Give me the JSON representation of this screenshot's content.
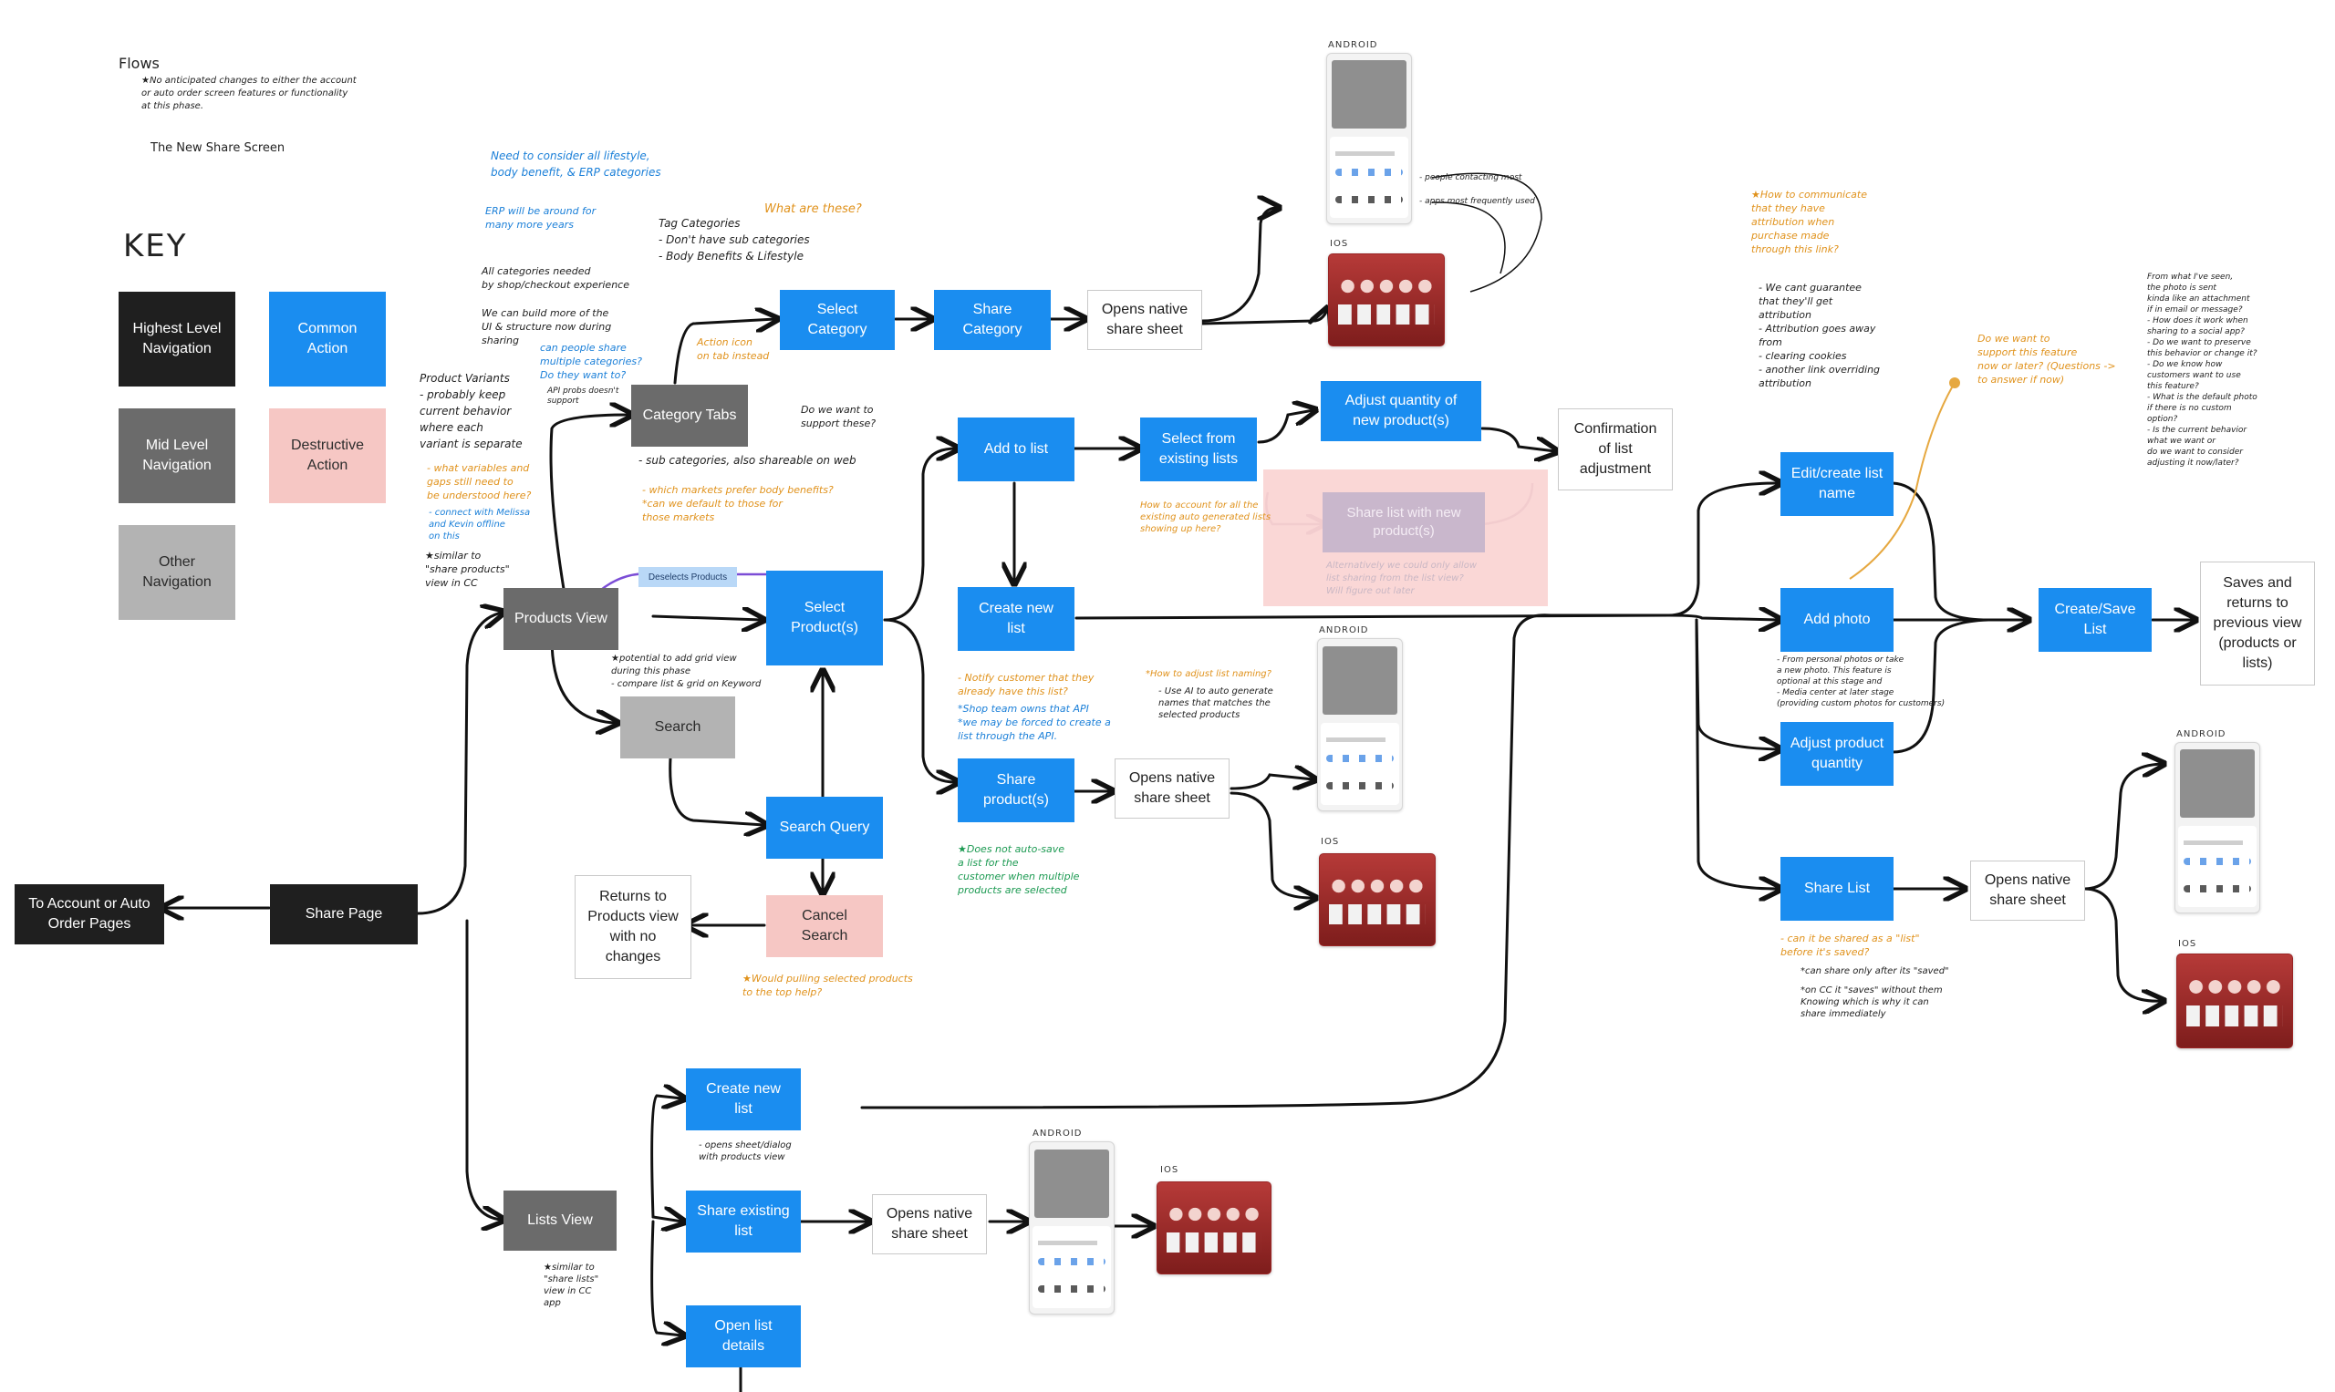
{
  "header": {
    "flows_title": "Flows",
    "flows_note": "★No anticipated changes to either the account\nor auto order screen features or functionality\nat this phase.",
    "subtitle": "The New Share Screen",
    "key_title": "KEY"
  },
  "key": {
    "highest": "Highest Level\nNavigation",
    "common": "Common\nAction",
    "mid": "Mid Level\nNavigation",
    "destructive": "Destructive\nAction",
    "other": "Other\nNavigation"
  },
  "nodes": {
    "to_account": "To Account or Auto\nOrder Pages",
    "share_page": "Share Page",
    "products_view": "Products View",
    "category_tabs": "Category Tabs",
    "search": "Search",
    "select_products": "Select\nProduct(s)",
    "search_query": "Search Query",
    "cancel_search": "Cancel\nSearch",
    "returns_products": "Returns to\nProducts view\nwith no\nchanges",
    "select_category": "Select\nCategory",
    "share_category": "Share\nCategory",
    "opens_native_1": "Opens native\nshare sheet",
    "add_to_list": "Add to list",
    "select_existing": "Select from\nexisting lists",
    "adjust_quantity": "Adjust quantity of\nnew product(s)",
    "confirmation": "Confirmation\nof list\nadjustment",
    "share_list_ghost": "Share list with new\nproduct(s)",
    "create_new_list_1": "Create new\nlist",
    "share_products": "Share\nproduct(s)",
    "opens_native_2": "Opens native\nshare sheet",
    "deselects": "Deselects Products",
    "edit_create_list": "Edit/create list\nname",
    "add_photo": "Add photo",
    "adjust_product_qty": "Adjust product\nquantity",
    "create_save_list": "Create/Save\nList",
    "saves_returns": "Saves and\nreturns to\nprevious view\n(products or\nlists)",
    "share_list": "Share List",
    "opens_native_3": "Opens native\nshare sheet",
    "lists_view": "Lists View",
    "create_new_list_2": "Create new\nlist",
    "share_existing": "Share existing\nlist",
    "opens_native_4": "Opens native\nshare sheet",
    "open_list_details": "Open list\ndetails"
  },
  "device_labels": {
    "android": "ANDROID",
    "ios": "IOS"
  },
  "notes": {
    "lifestyle": "Need to consider all lifestyle,\nbody benefit, & ERP categories",
    "erp": "ERP will be around for\nmany more years",
    "all_categories": "All categories needed\nby shop/checkout experience",
    "build_more": "We can build more of the\nUI & structure now during\nsharing",
    "can_people": "can people share\nmultiple categories?\nDo they want to?",
    "api_probs": "API probs doesn't\nsupport",
    "product_variants": "Product Variants\n- probably keep\ncurrent behavior\nwhere each\nvariant is separate",
    "what_variables": "- what variables and\ngaps still need to\nbe understood here?",
    "connect_melissa": "- connect with Melissa\nand Kevin offline\non this",
    "similar_share_products": "★similar to\n\"share products\"\nview in CC",
    "tag_categories": "Tag Categories\n- Don't have sub categories\n- Body Benefits & Lifestyle",
    "what_are_these": "What are these?",
    "action_icon": "Action icon\non tab instead",
    "do_we_want": "Do we want to\nsupport these?",
    "sub_categories": "- sub categories, also shareable on web",
    "which_markets": "- which markets prefer body benefits?\n*can we default to those for\nthose markets",
    "people_contacting": "- people contacting most",
    "apps_used": "- apps most frequently used",
    "how_account": "How to account for all the\nexisting auto generated lists\nshowing up here?",
    "alternatively": "Alternatively we could only allow\nlist sharing from the list view?\nWill figure out later",
    "potential_grid": "★potential to add grid view\nduring this phase\n- compare list & grid on Keyword",
    "notify_customer": "- Notify customer that they\nalready have this list?",
    "shop_team": "*Shop team owns that API\n*we may be forced to create a\nlist through the API.",
    "how_adjust": "*How to adjust list naming?",
    "use_ai": "- Use AI to auto generate\nnames that matches the\nselected products",
    "does_not_autosave": "★Does not auto-save\na list for the\ncustomer when multiple\nproducts are selected",
    "would_pulling": "★Would pulling selected products\nto the top help?",
    "how_communicate": "★How to communicate\nthat they have\nattribution when\npurchase made\nthrough this link?",
    "cant_guarantee": "- We cant guarantee\nthat they'll get\nattribution\n- Attribution goes away\nfrom\n- clearing cookies\n- another link overriding\nattribution",
    "do_we_want_support": "Do we want to\nsupport this feature\nnow or later? (Questions ->\nto answer if now)",
    "from_what_seen": "From what I've seen,\nthe photo is sent\nkinda like an attachment\nif in email or message?\n- How does it work when\nsharing to a social app?\n- Do we want to preserve\nthis behavior or change it?\n- Do we know how\ncustomers want to use\nthis feature?\n- What is the default photo\nif there is no custom\noption?\n- Is the current behavior\nwhat we want or\ndo we want to consider\nadjusting it now/later?",
    "from_personal": "- From personal photos or take\na new photo. This feature is\noptional at this stage and\n- Media center at later stage\n(providing custom photos for customers)",
    "can_it_be_shared": "- can it be shared as a \"list\"\nbefore it's saved?",
    "can_share_only": "*can share only after its \"saved\"",
    "on_cc": "*on CC it \"saves\" without them\nKnowing which is why it can\nshare immediately",
    "opens_sheet": "- opens sheet/dialog\nwith products view",
    "similar_share_lists": "★similar to\n\"share lists\"\nview in CC\napp"
  }
}
